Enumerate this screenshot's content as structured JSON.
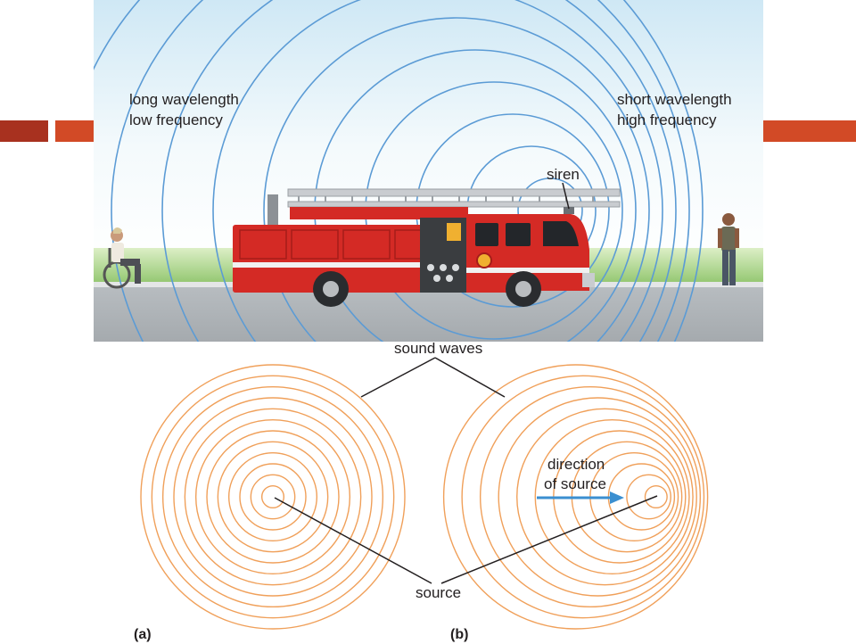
{
  "scene": {
    "left_label": [
      "long wavelength",
      "low frequency"
    ],
    "right_label": [
      "short wavelength",
      "high frequency"
    ],
    "siren_label": "siren"
  },
  "diagram": {
    "waves_label": "sound waves",
    "source_label": "source",
    "direction_label": [
      "direction",
      "of source"
    ],
    "panel_a": "(a)",
    "panel_b": "(b)",
    "ring_count": 12
  },
  "colors": {
    "accent": "#d24a26",
    "accent_dark": "#a8311f",
    "scene_wave": "#5b9bd5",
    "ring": "#f0a05a",
    "arrow": "#3b8fd0",
    "truck": "#d42a25"
  }
}
